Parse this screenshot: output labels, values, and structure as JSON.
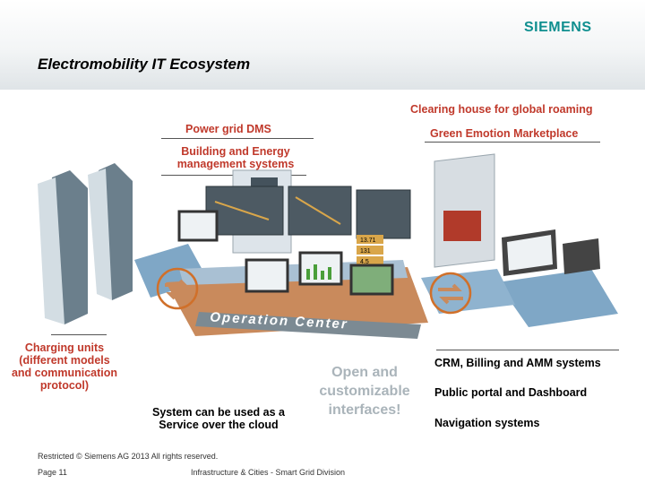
{
  "brand": {
    "logo_text": "SIEMENS",
    "color": "#0f8f8f"
  },
  "slide": {
    "title": "Electromobility IT Ecosystem"
  },
  "labels": {
    "clearing_house": "Clearing house for global roaming",
    "power_grid": "Power grid DMS",
    "green_emotion": "Green Emotion Marketplace",
    "building_energy_line1": "Building and Energy",
    "building_energy_line2": "management systems",
    "charging_line1": "Charging units",
    "charging_line2": "(different models",
    "charging_line3": "and communication",
    "charging_line4": "protocol)",
    "cloud_line1": "System can be used as a",
    "cloud_line2": "Service over the cloud",
    "open_line1": "Open and",
    "open_line2": "customizable",
    "open_line3": "interfaces!",
    "crm": "CRM, Billing and AMM systems",
    "portal": "Public portal and Dashboard",
    "navigation": "Navigation systems"
  },
  "illustration": {
    "banner_text": "Operation Center",
    "screen_readout_1": "13.71",
    "screen_readout_2": "131",
    "screen_readout_3": "4.5"
  },
  "footer": {
    "restricted": "Restricted © Siemens AG 2013 All rights reserved.",
    "page": "Page 11",
    "division": "Infrastructure & Cities - Smart Grid Division"
  }
}
